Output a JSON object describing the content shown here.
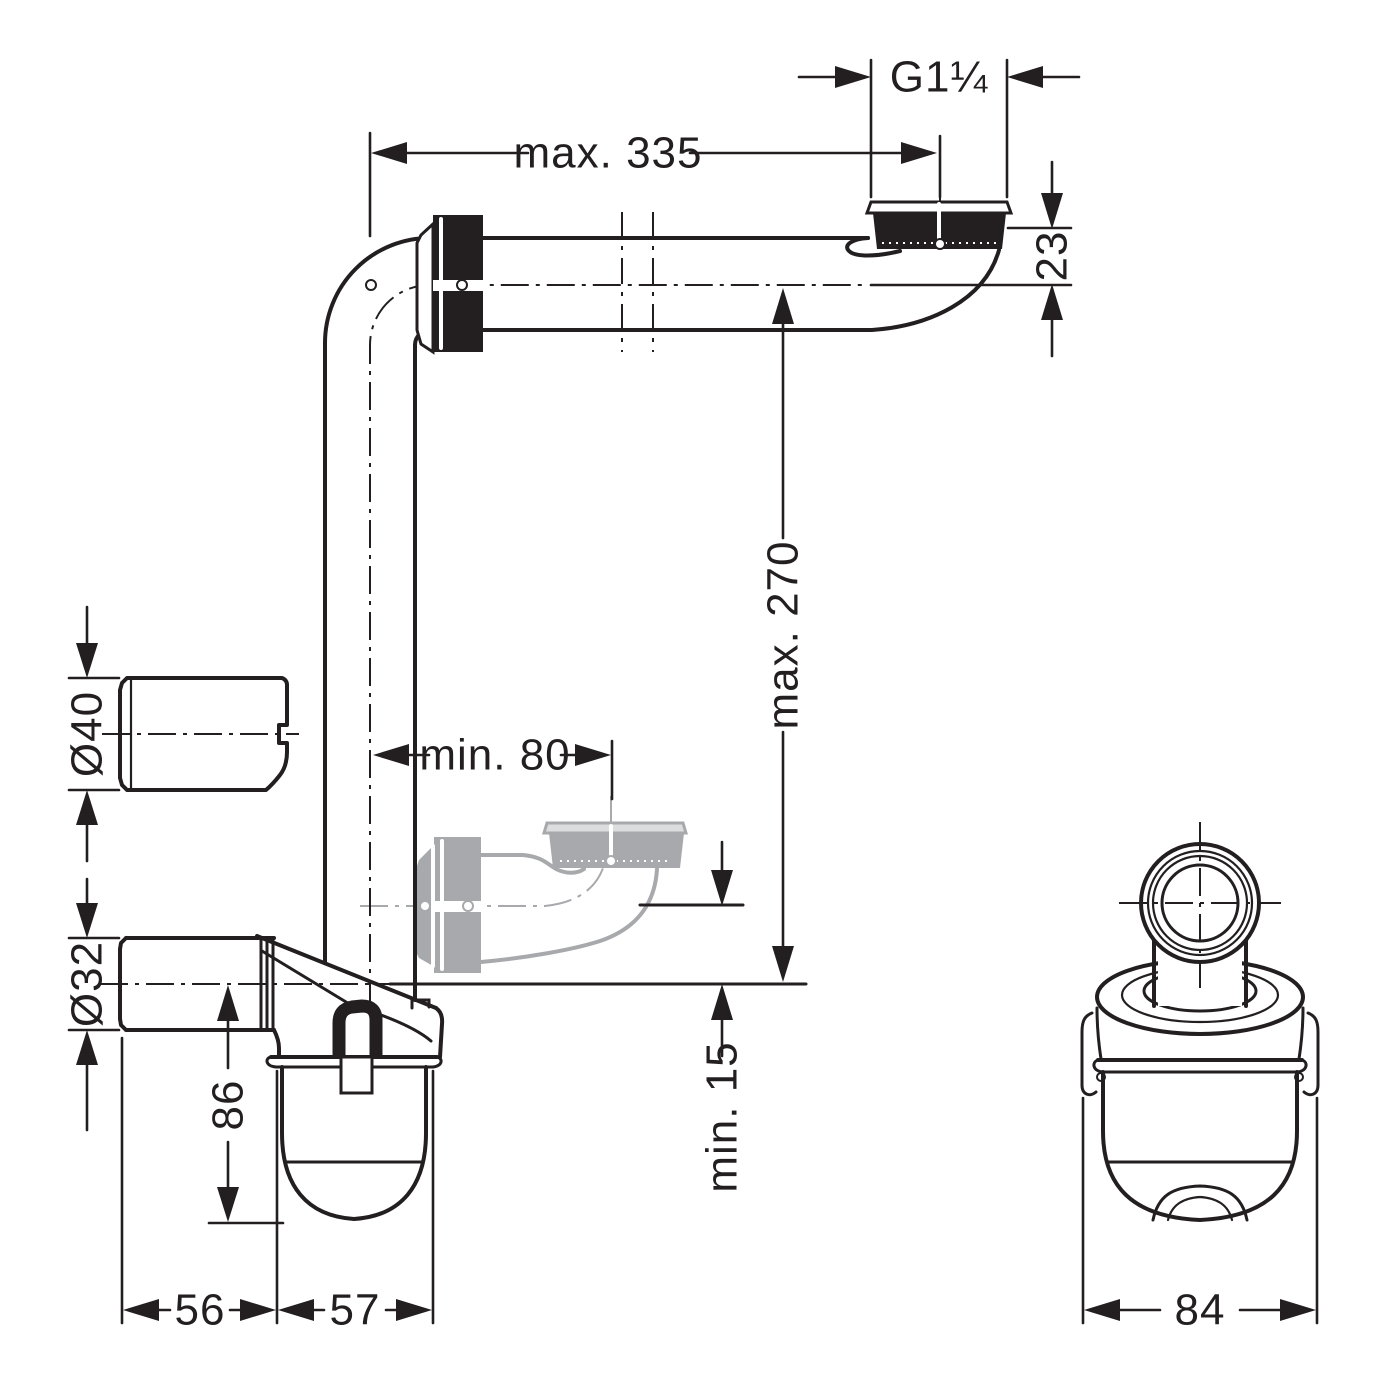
{
  "drawing": {
    "title": "Siphon space-saving trap technical dimension drawing",
    "labels": {
      "thread_size": "G1¼",
      "max_pipe_length": "max. 335",
      "nut_offset": "23",
      "max_drop_height": "max. 270",
      "min_pipe_length": "min. 80",
      "min_clearance": "min. 15",
      "sleeve_diameter": "Ø40",
      "outlet_diameter": "Ø32",
      "cup_depth": "86",
      "outlet_length": "56",
      "body_width": "57",
      "front_width": "84"
    },
    "colors": {
      "line": "#231f20",
      "ghost_line": "#a7a9ac",
      "background": "#ffffff"
    }
  }
}
